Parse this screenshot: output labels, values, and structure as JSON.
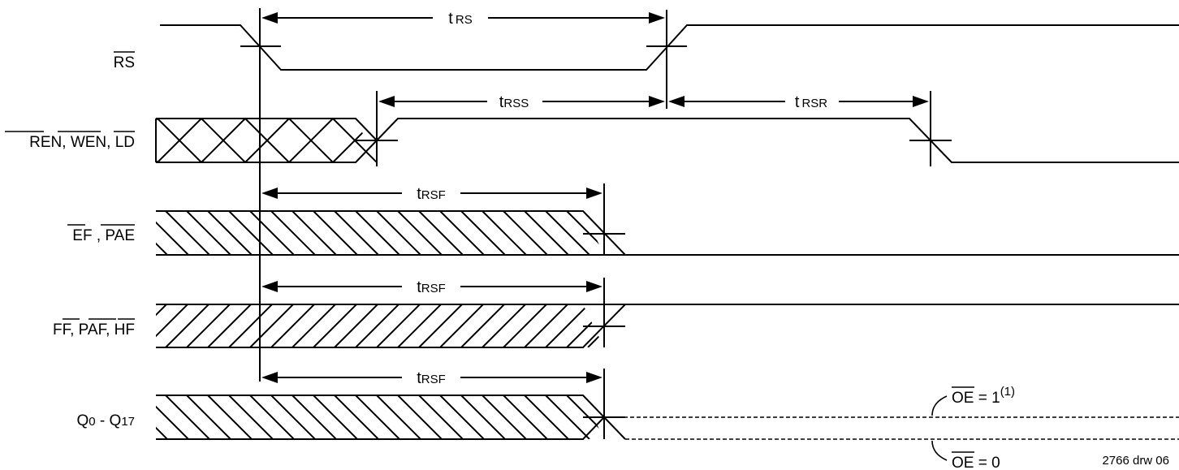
{
  "signals": {
    "rs": {
      "label": "RS"
    },
    "ren_wen_ld": {
      "label_ren": "REN",
      "sep1": ", ",
      "label_wen": "WEN",
      "sep2": ", ",
      "label_ld": "LD"
    },
    "ef_pae": {
      "label_ef": "EF",
      "sep": " , ",
      "label_pae": "PAE"
    },
    "ff_paf_hf": {
      "label_ff": "FF",
      "sep1": ", ",
      "label_paf": "PAF",
      "sep2": ", ",
      "label_hf": "HF"
    },
    "q": {
      "q_prefix": "Q",
      "q_sub0": "0",
      "q_mid": " - Q",
      "q_sub17": "17"
    }
  },
  "timings": {
    "trs": {
      "t": "t",
      "sub": "RS"
    },
    "trss": {
      "t": "t",
      "sub": "RSS"
    },
    "trsr": {
      "t": "t",
      "sub": "RSR"
    },
    "trsf1": {
      "t": "t",
      "sub": "RSF"
    },
    "trsf2": {
      "t": "t",
      "sub": "RSF"
    },
    "trsf3": {
      "t": "t",
      "sub": "RSF"
    }
  },
  "oe_notes": {
    "oe1": {
      "name": "OE",
      "rest": " = 1",
      "sup": "(1)"
    },
    "oe0": {
      "name": "OE",
      "rest": " = 0"
    }
  },
  "drawing_id": "2766 drw 06"
}
